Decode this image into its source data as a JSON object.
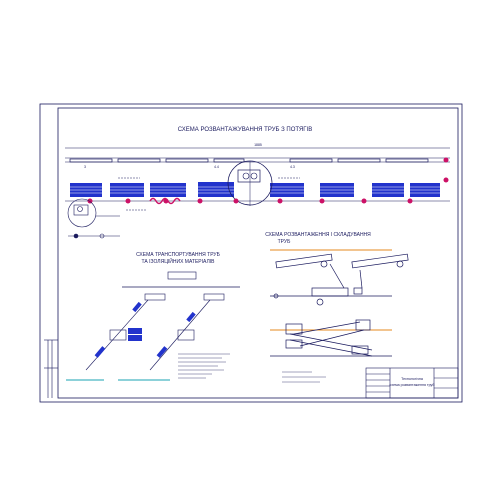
{
  "titles": {
    "main": "СХЕМА РОЗВАНТАЖУВАННЯ ТРУБ З ПОТЯГІВ",
    "transport_l1": "СХЕМА ТРАНСПОРТУВАННЯ ТРУБ",
    "transport_l2": "ТА ІЗОЛЯЦІЙНИХ МАТЕРІАЛІВ",
    "unloading_l1": "СХЕМА РОЗВАНТАЖЕННЯ І СКЛАДУВАННЯ",
    "unloading_l2": "ТРУБ"
  },
  "dims": {
    "top": "1885",
    "track_a": "3",
    "track_b": "4.4",
    "track_c": "4.3"
  },
  "title_block": {
    "line1": "Технологічна",
    "line2": "схема розвантаження труб"
  },
  "colors": {
    "line": "#1a1a5e",
    "blue": "#2233cc",
    "magenta": "#cc1166",
    "orange": "#e58a1f",
    "cyan": "#1aa3b3"
  }
}
